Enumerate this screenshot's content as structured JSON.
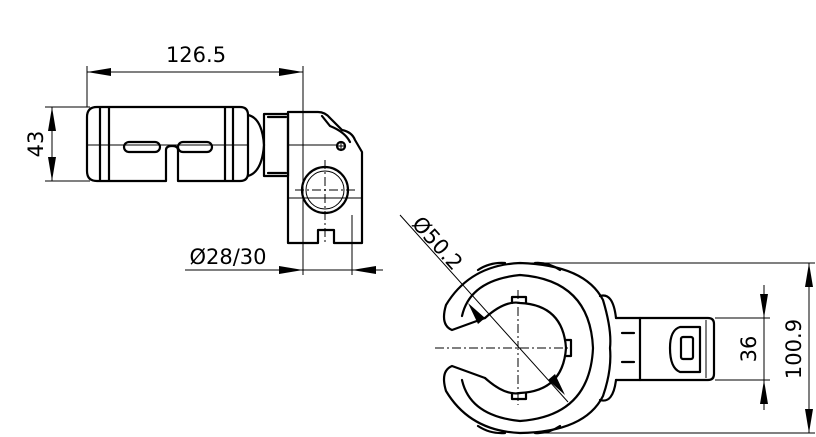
{
  "drawing": {
    "top_view": {
      "length_dim": "126.5",
      "height_dim": "43",
      "tube_diameter_dim": "Ø28/30"
    },
    "side_view": {
      "ring_diameter_dim": "Ø50.2",
      "arm_height_dim": "36",
      "overall_height_dim": "100.9"
    }
  }
}
